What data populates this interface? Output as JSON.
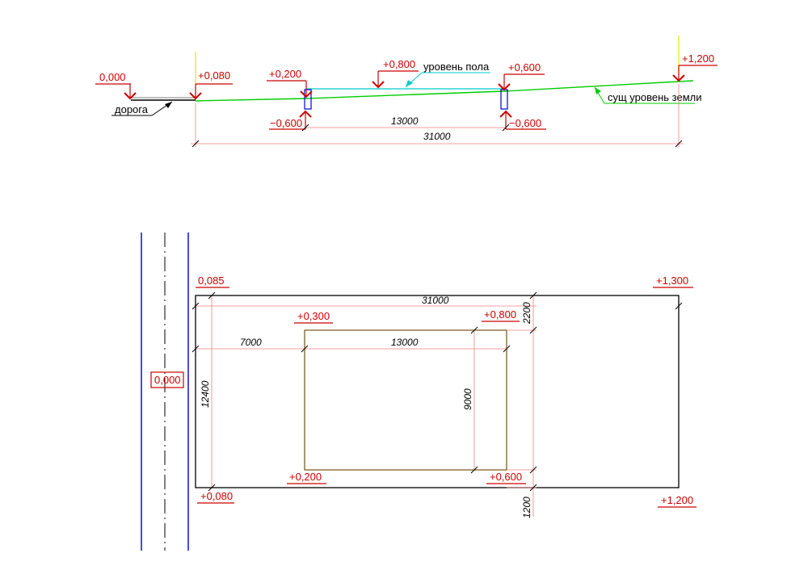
{
  "colors": {
    "mark": "#cc0000",
    "green": "#00cc00",
    "cyan": "#00cccc",
    "yellow": "#e6e600",
    "blue": "#0000cc",
    "brown": "#806020",
    "dim_line": "#f08080"
  },
  "section": {
    "marks": {
      "m1": "0,000",
      "m2": "+0,080",
      "m3": "+0,200",
      "m4": "+0,800",
      "m5": "+0,600",
      "m6": "+1,200",
      "m7": "−0,600",
      "m8": "−0,600"
    },
    "labels": {
      "road": "дорога",
      "floor": "уровень пола",
      "ground": "сущ уровень земли"
    },
    "dims": {
      "inner": "13000",
      "overall": "31000"
    }
  },
  "plan": {
    "marks": {
      "m1": "0,085",
      "m2": "+1,300",
      "m3": "+0,300",
      "m4": "+0,800",
      "m5": "0,000",
      "m6": "+0,200",
      "m7": "+0,600",
      "m8": "+0,080",
      "m9": "+1,200"
    },
    "dims": {
      "length": "31000",
      "offset": "7000",
      "building": "13000",
      "top_gap": "2200",
      "width": "12400",
      "building_depth": "9000",
      "bottom_gap": "1200"
    }
  }
}
